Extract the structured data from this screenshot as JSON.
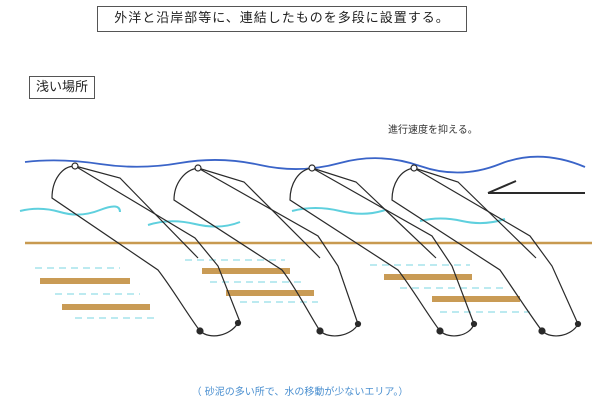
{
  "header": {
    "title": "外洋と沿岸部等に、連結したものを多段に設置する。"
  },
  "section_label": "浅い場所",
  "annotation": "進行速度を抑える。",
  "caption": "（ 砂泥の多い所で、水の移動が少ないエリア。）",
  "colors": {
    "water_surface": "#3a64c8",
    "wave": "#5fd0de",
    "seabed": "#c89a50",
    "bar": "#c99b55",
    "dash": "#79d4e0",
    "line": "#2a2a2a",
    "caption": "#4a8fd0"
  }
}
